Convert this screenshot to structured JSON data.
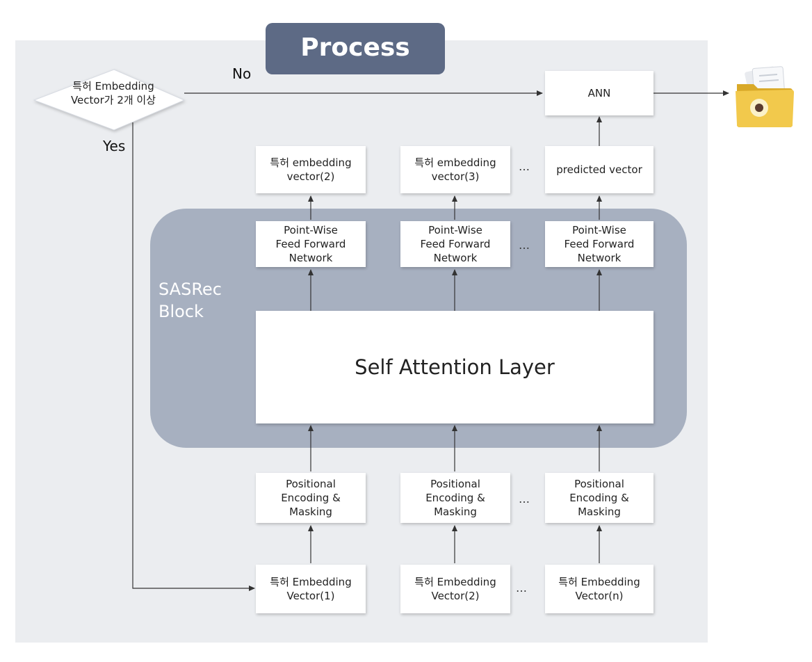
{
  "title": "Process",
  "block_label": "SASRec\nBlock",
  "decision": {
    "text": "특허 Embedding\nVector가 2개 이상",
    "no_label": "No",
    "yes_label": "Yes"
  },
  "ann_label": "ANN",
  "output_row": {
    "items": [
      "특허 embedding\nvector(2)",
      "특허 embedding\nvector(3)",
      "predicted vector"
    ],
    "ellipsis": "…"
  },
  "ffn_row": {
    "items": [
      "Point-Wise\nFeed Forward\nNetwork",
      "Point-Wise\nFeed Forward\nNetwork",
      "Point-Wise\nFeed Forward\nNetwork"
    ],
    "ellipsis": "…"
  },
  "attention_label": "Self Attention Layer",
  "pe_row": {
    "items": [
      "Positional\nEncoding &\nMasking",
      "Positional\nEncoding &\nMasking",
      "Positional\nEncoding &\nMasking"
    ],
    "ellipsis": "…"
  },
  "input_row": {
    "items": [
      "특허 Embedding\nVector(1)",
      "특허 Embedding\nVector(2)",
      "특허 Embedding\nVector(n)"
    ],
    "ellipsis": "…"
  },
  "output_icon": "folder-document-icon",
  "colors": {
    "panel": "#ebedf0",
    "title_tab": "#5d6a85",
    "sasrec_block": "#a7b0c0",
    "folder": "#f2c94c"
  }
}
